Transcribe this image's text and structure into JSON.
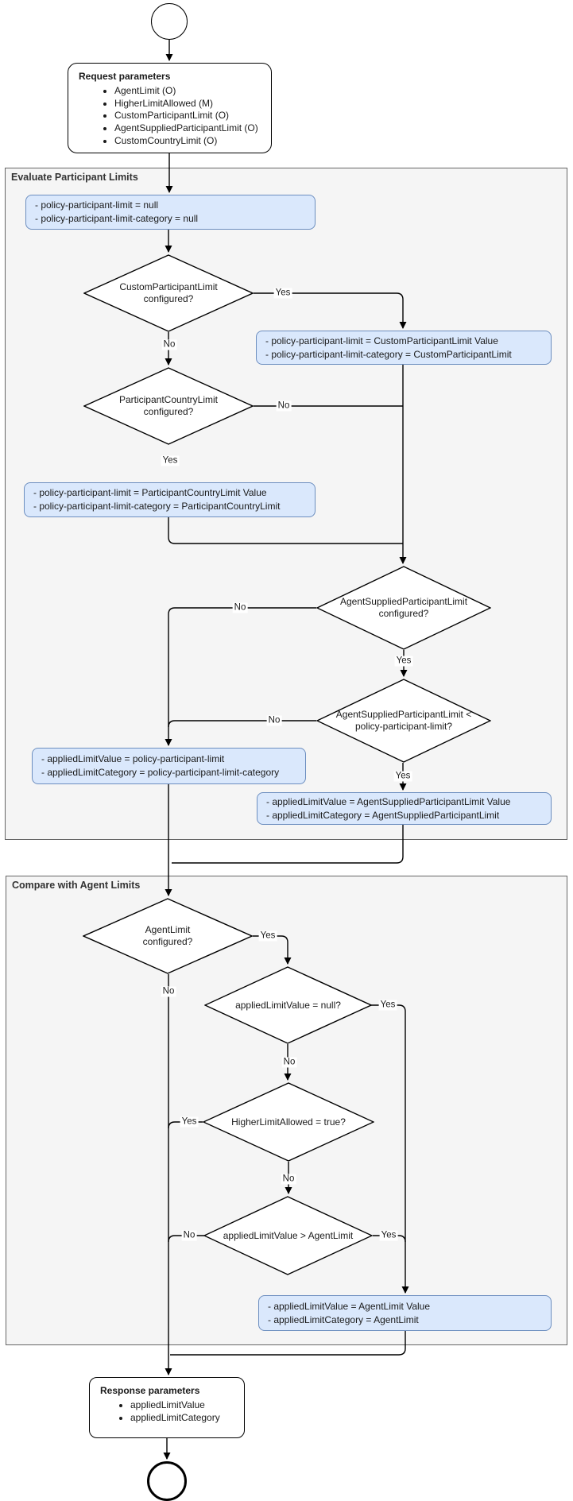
{
  "labels": {
    "yes": "Yes",
    "no": "No"
  },
  "request_box": {
    "title": "Request parameters",
    "items": [
      "AgentLimit (O)",
      "HigherLimitAllowed (M)",
      "CustomParticipantLimit (O)",
      "AgentSuppliedParticipantLimit (O)",
      "CustomCountryLimit (O)"
    ]
  },
  "evaluate_section": {
    "label": "Evaluate Participant Limits",
    "init_box": {
      "line1": "- policy-participant-limit = null",
      "line2": "- policy-participant-limit-category = null"
    },
    "custom_participant_decision": {
      "line1": "CustomParticipantLimit",
      "line2": "configured?"
    },
    "custom_participant_box": {
      "line1": "- policy-participant-limit = CustomParticipantLimit Value",
      "line2": "- policy-participant-limit-category = CustomParticipantLimit"
    },
    "participant_country_decision": {
      "line1": "ParticipantCountryLimit",
      "line2": "configured?"
    },
    "participant_country_box": {
      "line1": "- policy-participant-limit = ParticipantCountryLimit Value",
      "line2": "- policy-participant-limit-category = ParticipantCountryLimit"
    },
    "agent_supplied_configured_decision": {
      "line1": "AgentSuppliedParticipantLimit",
      "line2": "configured?"
    },
    "agent_supplied_compare_decision": {
      "line1": "AgentSuppliedParticipantLimit <",
      "line2": "policy-participant-limit?"
    },
    "policy_applied_box": {
      "line1": "- appliedLimitValue = policy-participant-limit",
      "line2": "- appliedLimitCategory = policy-participant-limit-category"
    },
    "agent_supplied_applied_box": {
      "line1": "- appliedLimitValue = AgentSuppliedParticipantLimit Value",
      "line2": "- appliedLimitCategory = AgentSuppliedParticipantLimit"
    }
  },
  "compare_section": {
    "label": "Compare with Agent Limits",
    "agent_limit_decision": {
      "line1": "AgentLimit",
      "line2": "configured?"
    },
    "applied_null_decision": {
      "line1": "appliedLimitValue = null?"
    },
    "higher_limit_decision": {
      "line1": "HigherLimitAllowed = true?"
    },
    "applied_gt_agent_decision": {
      "line1": "appliedLimitValue > AgentLimit"
    },
    "agent_limit_applied_box": {
      "line1": "- appliedLimitValue = AgentLimit Value",
      "line2": "- appliedLimitCategory = AgentLimit"
    }
  },
  "response_box": {
    "title": "Response parameters",
    "items": [
      "appliedLimitValue",
      "appliedLimitCategory"
    ]
  },
  "colors": {
    "blue_fill": "#dae8fc",
    "blue_stroke": "#6c8ebf",
    "container_fill": "#f5f5f5",
    "container_stroke": "#666666",
    "node_stroke": "#000000"
  }
}
